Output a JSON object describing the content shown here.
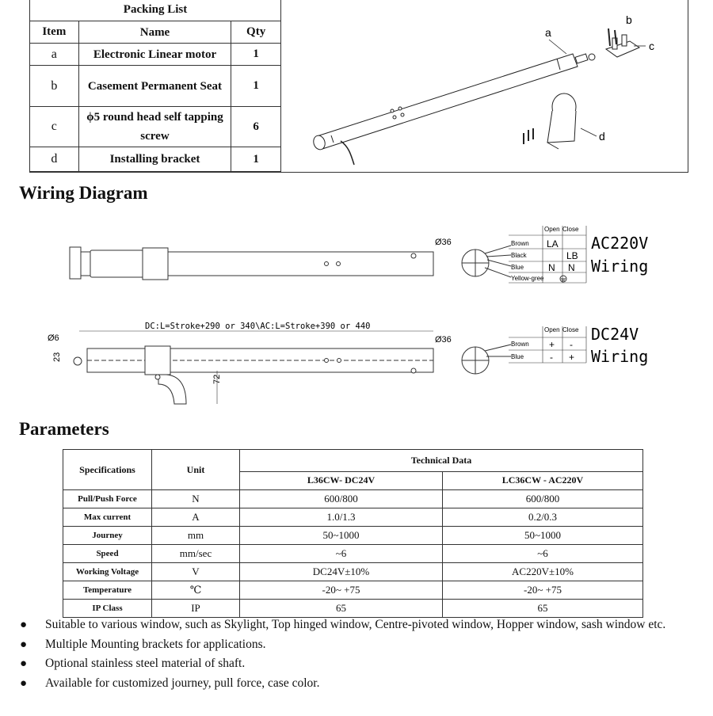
{
  "packing": {
    "title": "Packing List",
    "headers": {
      "item": "Item",
      "name": "Name",
      "qty": "Qty"
    },
    "rows": [
      {
        "item": "a",
        "name": "Electronic Linear motor",
        "qty": "1"
      },
      {
        "item": "b",
        "name": "Casement Permanent Seat",
        "qty": "1"
      },
      {
        "item": "c",
        "name": "ϕ5 round head self tapping screw",
        "qty": "6"
      },
      {
        "item": "d",
        "name": "Installing bracket",
        "qty": "1"
      }
    ],
    "drawing_labels": {
      "a": "a",
      "b": "b",
      "c": "c",
      "d": "d"
    }
  },
  "wiring": {
    "title": "Wiring Diagram",
    "dimension_note": "DC:L=Stroke+290 or 340\\AC:L=Stroke+390 or 440",
    "dim_phi6": "Ø6",
    "dim_23": "23",
    "dim_72": "72",
    "dim_phi36": "Ø36",
    "ac": {
      "col_open": "Open",
      "col_close": "Close",
      "wires": [
        "Brown",
        "Black",
        "Blue",
        "Yellow-gree"
      ],
      "cells": [
        [
          "LA",
          ""
        ],
        [
          "",
          "LB"
        ],
        [
          "N",
          "N"
        ]
      ],
      "label_line1": "AC220V",
      "label_line2": "Wiring"
    },
    "dc": {
      "col_open": "Open",
      "col_close": "Close",
      "wires": [
        "Brown",
        "Blue"
      ],
      "cells": [
        [
          "+",
          "-"
        ],
        [
          "-",
          "+"
        ]
      ],
      "label_line1": "DC24V",
      "label_line2": "Wiring"
    }
  },
  "parameters": {
    "title": "Parameters",
    "headers": {
      "spec": "Specifications",
      "unit": "Unit",
      "tech": "Technical Data",
      "dc": "L36CW- DC24V",
      "ac": "LC36CW - AC220V"
    },
    "rows": [
      {
        "spec": "Pull/Push Force",
        "unit": "N",
        "dc": "600/800",
        "ac": "600/800"
      },
      {
        "spec": "Max current",
        "unit": "A",
        "dc": "1.0/1.3",
        "ac": "0.2/0.3"
      },
      {
        "spec": "Journey",
        "unit": "mm",
        "dc": "50~1000",
        "ac": "50~1000"
      },
      {
        "spec": "Speed",
        "unit": "mm/sec",
        "dc": "~6",
        "ac": "~6"
      },
      {
        "spec": "Working Voltage",
        "unit": "V",
        "dc": "DC24V±10%",
        "ac": "AC220V±10%"
      },
      {
        "spec": "Temperature",
        "unit": "℃",
        "dc": "-20~ +75",
        "ac": "-20~ +75"
      },
      {
        "spec": "IP Class",
        "unit": "IP",
        "dc": "65",
        "ac": "65"
      }
    ]
  },
  "bullets": [
    "Suitable to various window, such as Skylight, Top hinged window, Centre-pivoted window,   Hopper window, sash window etc.",
    "Multiple Mounting brackets for applications.",
    "Optional stainless steel material of shaft.",
    "Available for customized journey, pull force, case color."
  ]
}
